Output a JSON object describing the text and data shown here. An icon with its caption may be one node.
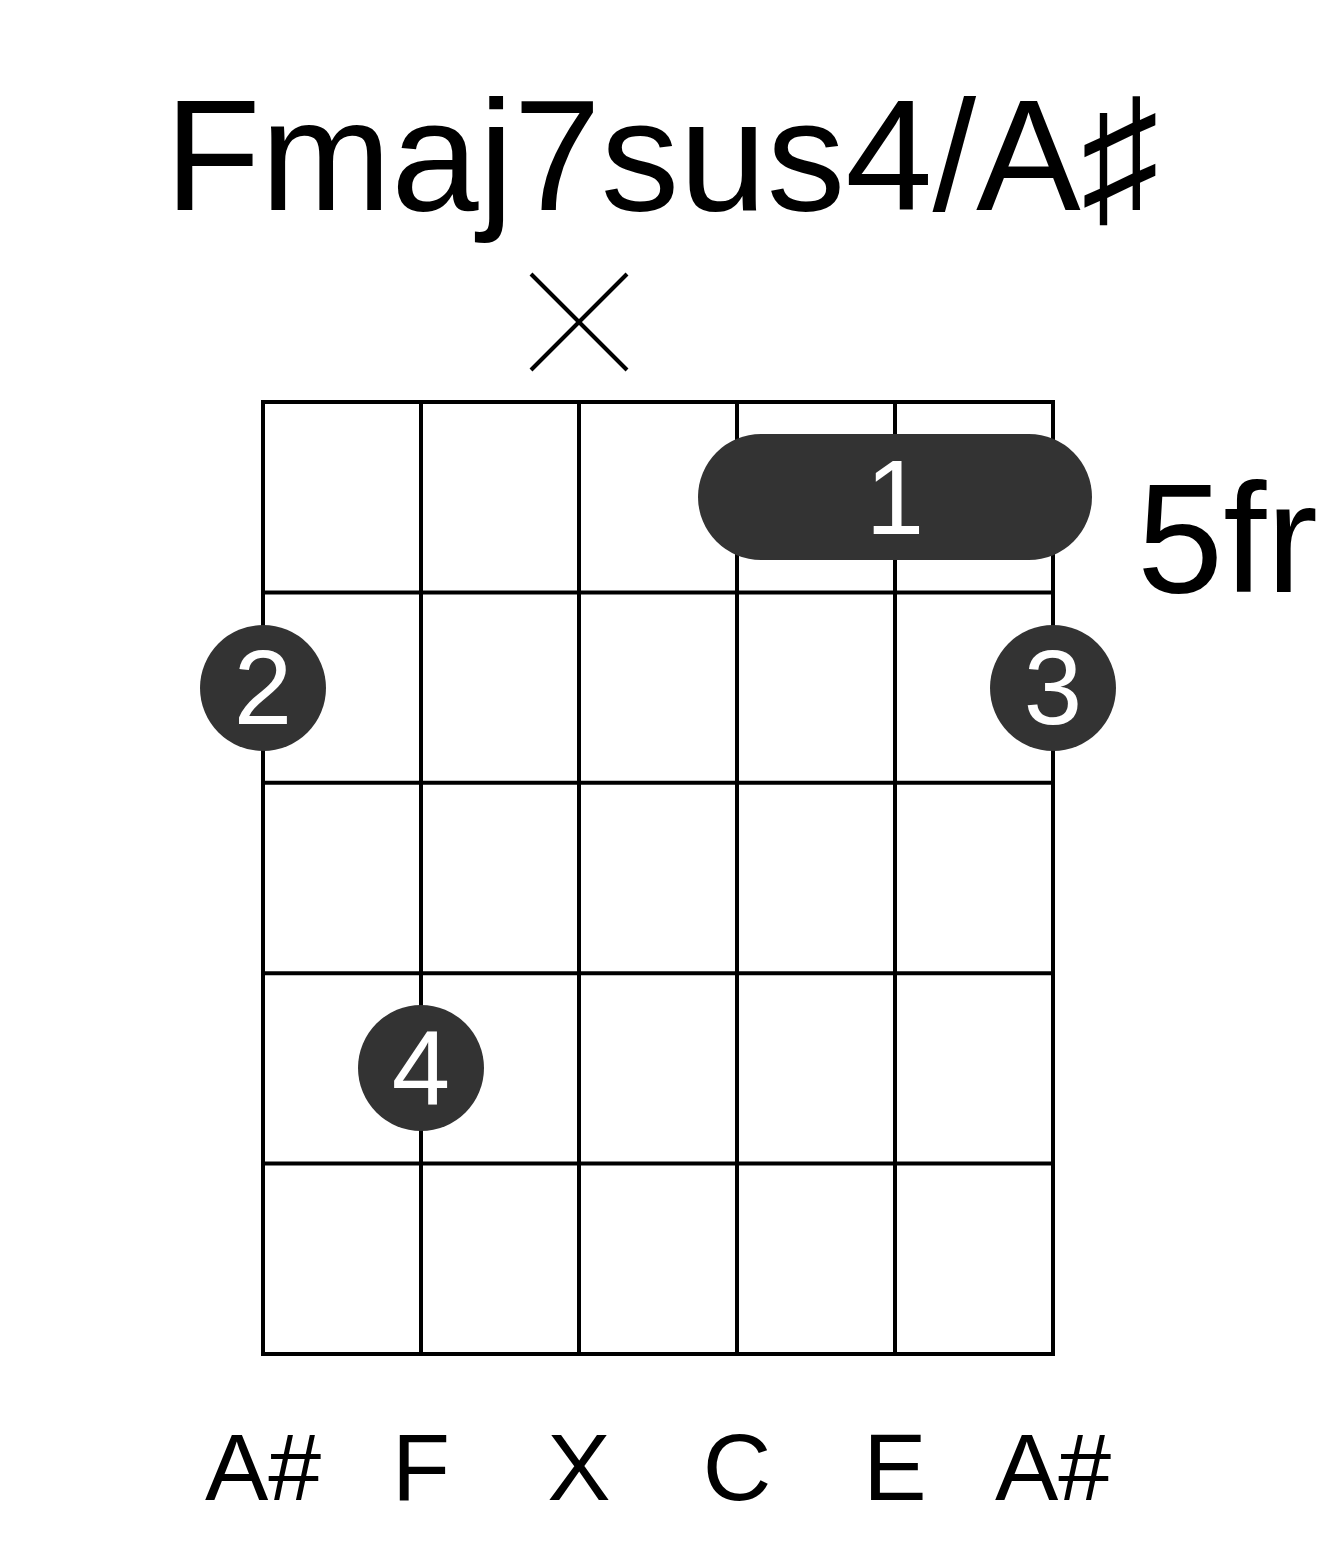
{
  "diagram": {
    "title": "Fmaj7sus4/A♯",
    "nodes": [
      {
        "text": [
          "1"
        ]
      },
      {
        "text": [
          "2"
        ]
      },
      {
        "text": [
          "3"
        ]
      },
      {
        "text": [
          "4"
        ]
      }
    ],
    "labels": [
      "5fr",
      "A#",
      "F",
      "X",
      "C",
      "E",
      "A#"
    ]
  }
}
